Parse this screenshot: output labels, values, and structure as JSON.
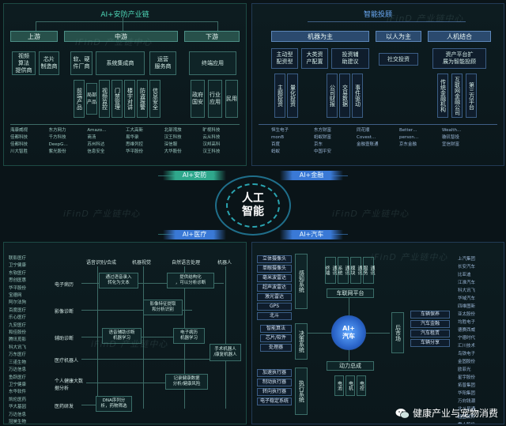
{
  "watermark": "iFinD 产业链中心",
  "hub": {
    "line1": "人工",
    "line2": "智能"
  },
  "tags": {
    "tl": "AI+安防",
    "tr": "AI+金融",
    "bl": "AI+医疗",
    "br": "AI+汽车"
  },
  "tl": {
    "title": "AI+安防产业链",
    "upstream": "上游",
    "midstream": "中游",
    "downstream": "下游",
    "up_items": [
      "视频\n算法\n提供商",
      "芯片\n制造商"
    ],
    "mid_items": [
      "软、硬\n件厂商",
      "系统集成商",
      "运营\n服务商"
    ],
    "mid_sub": [
      "前端产品",
      "视频监控",
      "门禁管理",
      "楼宇对讲",
      "防盗报警",
      "信息安全"
    ],
    "mid_sub2": [
      "局部\n产品"
    ],
    "down_items": [
      "终端应用",
      "政府\n国安",
      "行业\n应用",
      "民用"
    ],
    "companies": [
      "海康威视",
      "东方网力",
      "Amazo…",
      "工大高新",
      "北部湾旅",
      "旷视科技",
      "佳都科技",
      "千方科技",
      "商汤",
      "易华录",
      "汉王科技",
      "云从科技",
      "佳都科技",
      "DeepG…",
      "苏州科达",
      "思维列控",
      "深信服",
      "汉邦高科",
      "川大智胜",
      "紫光股份",
      "信息安全",
      "华平股份",
      "大华股份",
      "汉王科技"
    ]
  },
  "tr": {
    "title": "智能投顾",
    "headers": [
      "机器为主",
      "以人为主",
      "人机结合"
    ],
    "sub": [
      "主动型\n配资型",
      "大类资\n产配置",
      "投资辅\n助建议",
      "社交投资",
      "资产平台扩\n展为智能投顾"
    ],
    "vert": [
      "主题投资",
      "量化投资",
      "公司财报",
      "交易数据",
      "事件驱动",
      "传统金融机构",
      "互联网金融公司",
      "第三方平台"
    ],
    "companies": [
      "恒生电子",
      "东方财富",
      "同花顺",
      "Better…",
      "Wealth…",
      "monB",
      "蚂蚁财富",
      "Covest…",
      "person…",
      "璇玑智投",
      "百度",
      "京东",
      "金融壹账通",
      "京东金融",
      "宜信财富",
      "蚂蚁",
      "中国平安"
    ]
  },
  "bl": {
    "columns": [
      "语音识别/合成",
      "机器视觉",
      "自然语言处理",
      "机器人"
    ],
    "rows": [
      "电子病历",
      "影像诊断",
      "辅助诊断",
      "医疗机器人",
      "个人健康大数据分析",
      "医药研发"
    ],
    "cells": [
      "通过语音录入\n转化为文本",
      "提供结构化\n，可以分析诊断",
      "影像特征提取\n和分析识别",
      "语音辅助诊断\n机器学习",
      "电子病历\n机器学习",
      "手术机器人\n/康复机器人",
      "记录健康数据\n分析/健康风险",
      "DNA序列分\n析，药物筛选"
    ],
    "companies": [
      "联影医疗",
      "卫宁健康",
      "东软医疗",
      "思创医惠",
      "华平股份",
      "宝德网",
      "阿尔法狗",
      "百度医疗",
      "乐心医疗",
      "九安医疗",
      "和佳股份",
      "腾讯觅影",
      "科大讯飞",
      "万东医疗",
      "三诺生物",
      "万达信息",
      "鱼跃医疗",
      "卫宁健康",
      "东华软件",
      "凯伦医药",
      "华大基因",
      "万达信息",
      "冠昊生物",
      "迈瑞医疗"
    ]
  },
  "br": {
    "sensors": [
      "立体摄像头",
      "单眼摄像头",
      "毫米波雷达",
      "超声波雷达",
      "激光雷达",
      "GPS",
      "北斗"
    ],
    "perception": "感知系统",
    "decision_items": [
      "智能算法",
      "芯片/软件",
      "处理器"
    ],
    "decision": "决策系统",
    "exec_items": [
      "加速执行器",
      "制动执行器",
      "转向执行器",
      "电子稳定系统"
    ],
    "execution": "执行系统",
    "comm": [
      "通讯\n终端",
      "通讯\n系统",
      "通讯\n模块",
      "通讯\n服务"
    ],
    "platform": "车联网平台",
    "power": "动力总成",
    "power_sub": [
      "电池",
      "电机",
      "电控"
    ],
    "ai_car": "AI+\n汽车",
    "aftermarket": "后市场",
    "after_items": [
      "车辆保养",
      "汽车金融",
      "汽车租赁",
      "车辆分享"
    ],
    "companies": [
      "上汽集团",
      "长安汽车",
      "比亚迪",
      "江淮汽车",
      "科大讯飞",
      "华域汽车",
      "四维图新",
      "亚太股份",
      "均胜电子",
      "德赛西威",
      "宁德时代",
      "汇川技术",
      "鸟铁电子",
      "金固股份",
      "欧菲光",
      "星宇股份",
      "拓普集团",
      "华阳集团",
      "万向钱潮",
      "北斗星通",
      "超图软件",
      "雪人股份",
      "中科创达",
      "百度"
    ]
  },
  "footer": {
    "text": "健康产业与宠物消费"
  }
}
